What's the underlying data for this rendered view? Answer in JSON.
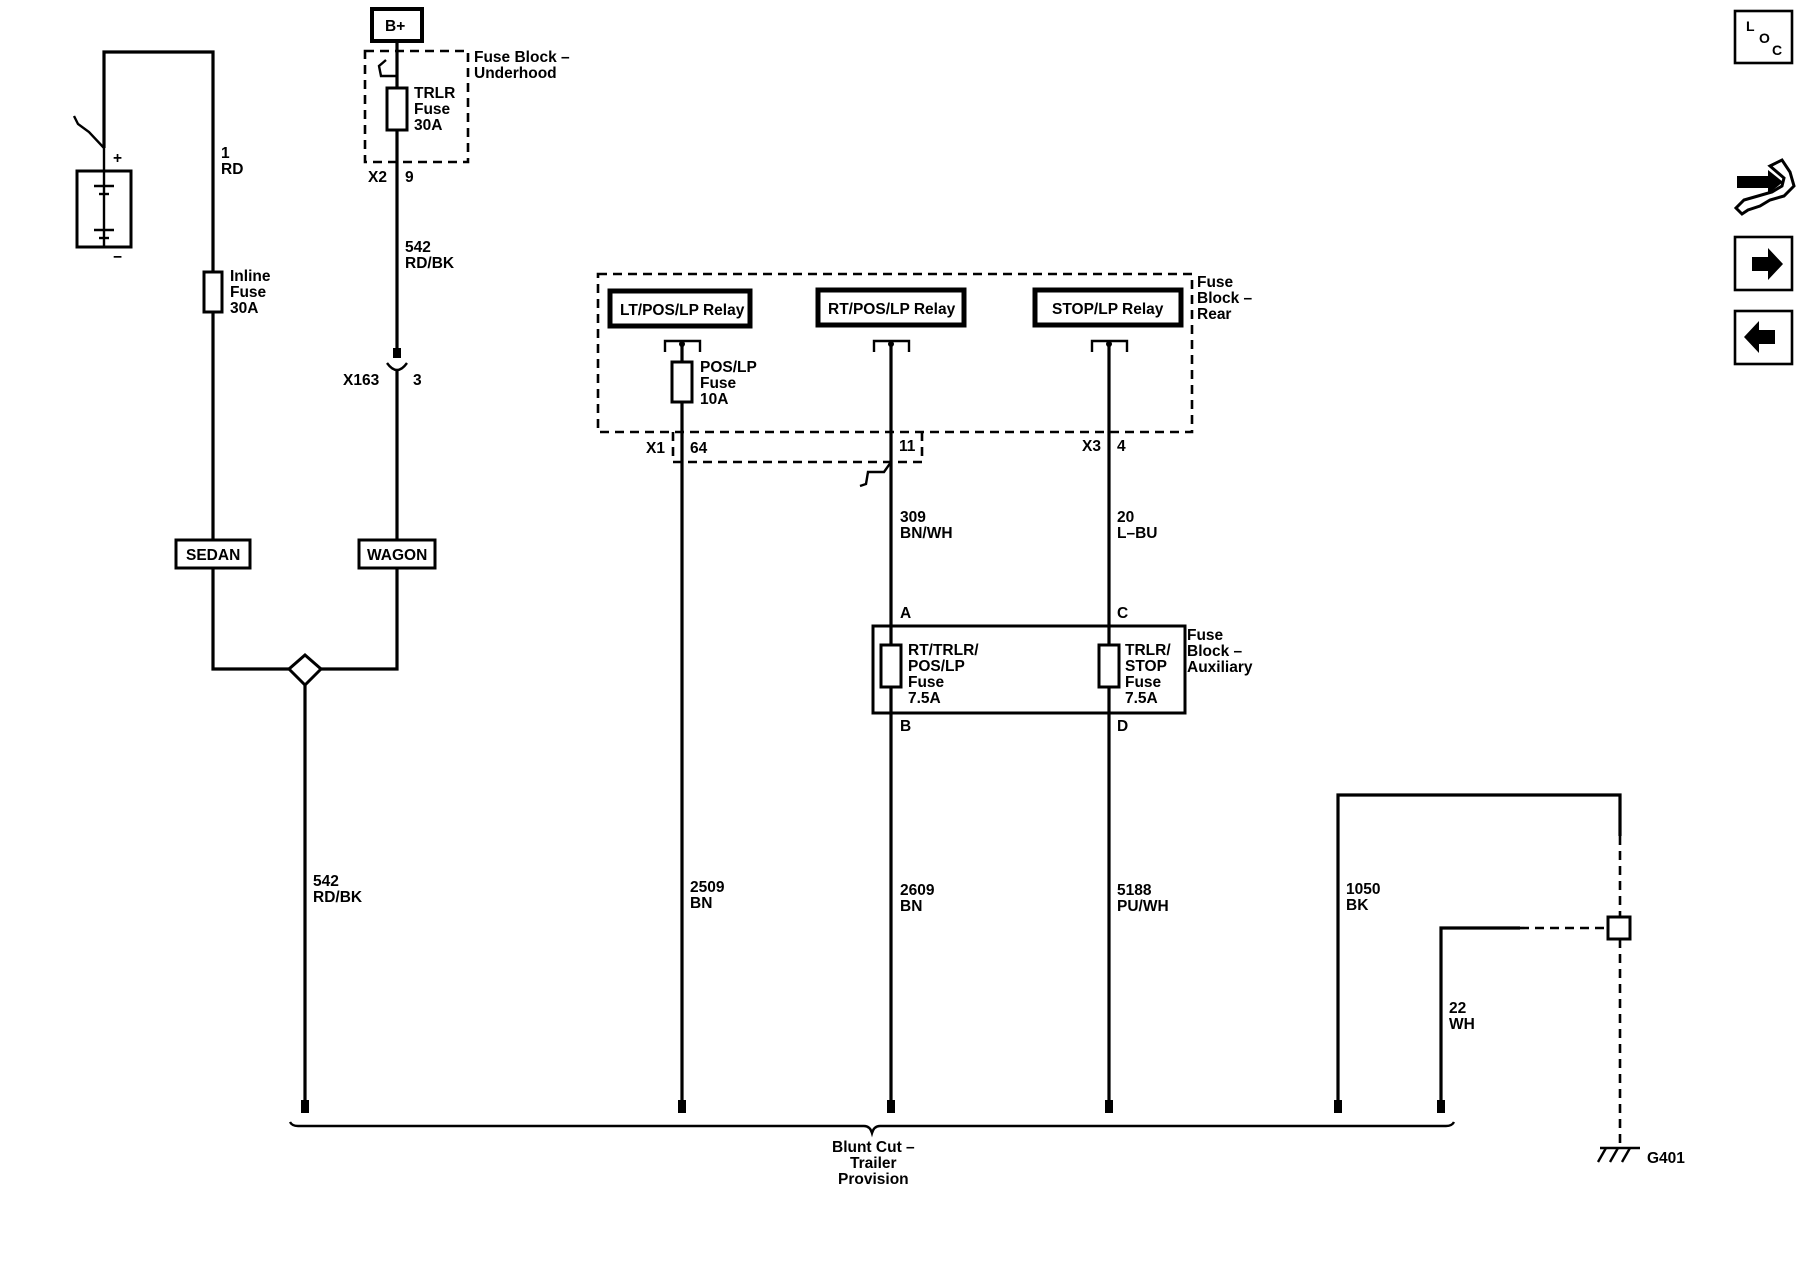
{
  "diagram": {
    "power": {
      "bplus": "B+",
      "battery_pos": "+",
      "battery_neg": "−"
    },
    "fuse_blocks": {
      "underhood": {
        "line1": "Fuse Block –",
        "line2": "Underhood"
      },
      "rear": {
        "line1": "Fuse",
        "line2": "Block –",
        "line3": "Rear"
      },
      "auxiliary": {
        "line1": "Fuse",
        "line2": "Block –",
        "line3": "Auxiliary"
      }
    },
    "fuses": {
      "trlr": {
        "line1": "TRLR",
        "line2": "Fuse",
        "line3": "30A"
      },
      "inline": {
        "line1": "Inline",
        "line2": "Fuse",
        "line3": "30A"
      },
      "pos_lp": {
        "line1": "POS/LP",
        "line2": "Fuse",
        "line3": "10A"
      },
      "rt_trlr": {
        "line1": "RT/TRLR/",
        "line2": "POS/LP",
        "line3": "Fuse",
        "line4": "7.5A"
      },
      "trlr_stop": {
        "line1": "TRLR/",
        "line2": "STOP",
        "line3": "Fuse",
        "line4": "7.5A"
      }
    },
    "relays": {
      "lt": "LT/POS/LP Relay",
      "rt": "RT/POS/LP Relay",
      "stop": "STOP/LP Relay"
    },
    "connectors": {
      "x2": "X2",
      "x2_pin": "9",
      "x163": "X163",
      "x163_pin": "3",
      "x1": "X1",
      "x1_pin": "64",
      "rt_pin": "11",
      "x3": "X3",
      "x3_pin": "4",
      "aux_a": "A",
      "aux_b": "B",
      "aux_c": "C",
      "aux_d": "D"
    },
    "options": {
      "sedan": "SEDAN",
      "wagon": "WAGON"
    },
    "wires": {
      "w1": {
        "circuit": "1",
        "color": "RD"
      },
      "w542_top": {
        "circuit": "542",
        "color": "RD/BK"
      },
      "w309": {
        "circuit": "309",
        "color": "BN/WH"
      },
      "w20": {
        "circuit": "20",
        "color": "L–BU"
      },
      "w542": {
        "circuit": "542",
        "color": "RD/BK"
      },
      "w2509": {
        "circuit": "2509",
        "color": "BN"
      },
      "w2609": {
        "circuit": "2609",
        "color": "BN"
      },
      "w5188": {
        "circuit": "5188",
        "color": "PU/WH"
      },
      "w1050": {
        "circuit": "1050",
        "color": "BK"
      },
      "w22": {
        "circuit": "22",
        "color": "WH"
      }
    },
    "ground": "G401",
    "blunt_cut": {
      "line1": "Blunt Cut –",
      "line2": "Trailer",
      "line3": "Provision"
    }
  },
  "nav": {
    "loc": {
      "l": "L",
      "o": "O",
      "c": "C"
    },
    "icons": [
      "loc-icon",
      "component-wrench-icon",
      "next-arrow-icon",
      "previous-arrow-icon"
    ]
  }
}
